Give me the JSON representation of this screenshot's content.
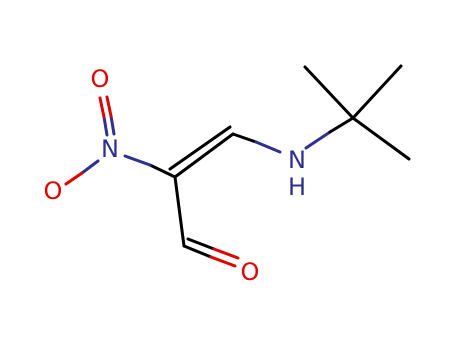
{
  "molecule": {
    "atoms": {
      "nitro_n": {
        "symbol": "N",
        "color": "#2f2f8f"
      },
      "nitro_o_top": {
        "symbol": "O",
        "color": "#e00000"
      },
      "nitro_o_left": {
        "symbol": "O",
        "color": "#e00000"
      },
      "amine_n": {
        "symbol": "N",
        "color": "#2f2f8f"
      },
      "amine_h": {
        "symbol": "H",
        "color": "#2f2f8f"
      },
      "aldehyde_o": {
        "symbol": "O",
        "color": "#e00000"
      }
    },
    "colors": {
      "carbon_bond": "#000000",
      "nitrogen": "#2f2f8f",
      "oxygen": "#e00000"
    }
  }
}
